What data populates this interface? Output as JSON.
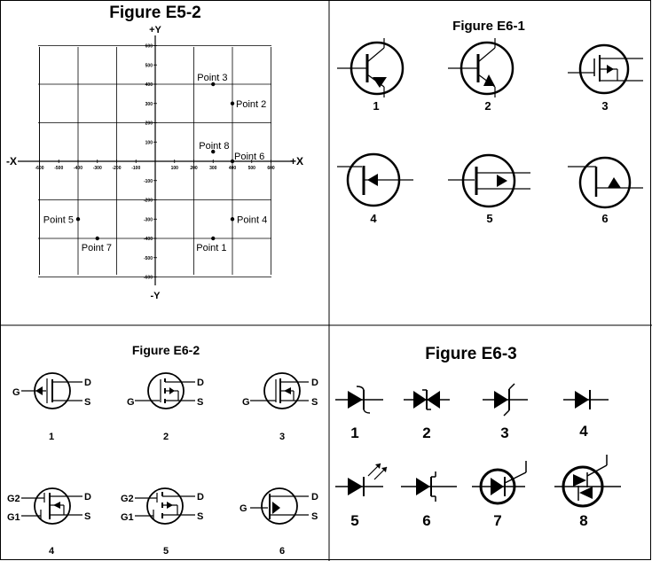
{
  "panels": {
    "e52": {
      "title": "Figure E5-2",
      "axis": {
        "plus_y": "+Y",
        "minus_y": "-Y",
        "plus_x": "+X",
        "minus_x": "-X"
      },
      "x_ticks": [
        "-600",
        "-500",
        "-400",
        "-300",
        "-200",
        "-100",
        "100",
        "200",
        "300",
        "400",
        "500",
        "600"
      ],
      "y_ticks": [
        "600",
        "500",
        "400",
        "300",
        "200",
        "100",
        "-100",
        "-200",
        "-300",
        "-400",
        "-500",
        "-600"
      ],
      "points": [
        {
          "label": "Point 1",
          "x": 300,
          "y": -400
        },
        {
          "label": "Point 2",
          "x": 400,
          "y": 300
        },
        {
          "label": "Point 3",
          "x": 300,
          "y": 400
        },
        {
          "label": "Point 4",
          "x": 400,
          "y": -300
        },
        {
          "label": "Point 5",
          "x": -400,
          "y": -300
        },
        {
          "label": "Point 6",
          "x": 400,
          "y": 0
        },
        {
          "label": "Point 7",
          "x": -300,
          "y": -400
        },
        {
          "label": "Point 8",
          "x": 300,
          "y": 50
        }
      ]
    },
    "e61": {
      "title": "Figure E6-1",
      "labels": [
        "1",
        "2",
        "3",
        "4",
        "5",
        "6"
      ]
    },
    "e62": {
      "title": "Figure E6-2",
      "labels": [
        "1",
        "2",
        "3",
        "4",
        "5",
        "6"
      ],
      "pins": {
        "g": "G",
        "d": "D",
        "s": "S",
        "g1": "G1",
        "g2": "G2"
      }
    },
    "e63": {
      "title": "Figure E6-3",
      "labels": [
        "1",
        "2",
        "3",
        "4",
        "5",
        "6",
        "7",
        "8"
      ]
    }
  }
}
